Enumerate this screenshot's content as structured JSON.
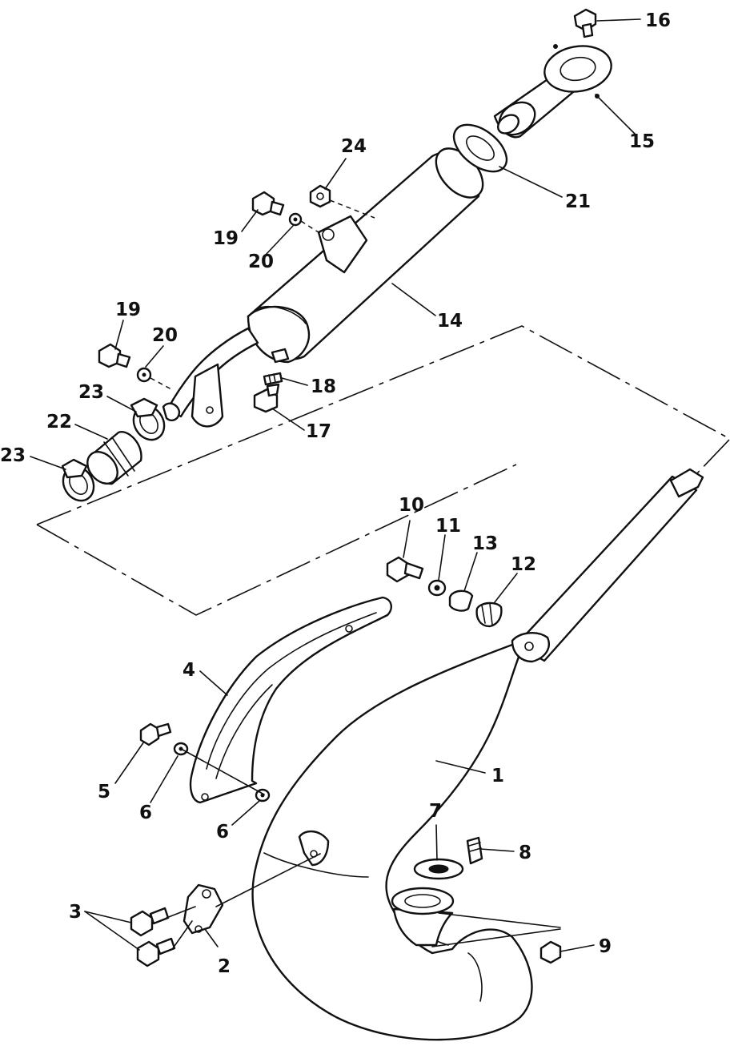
{
  "callouts": {
    "c1": "1",
    "c2": "2",
    "c3": "3",
    "c4": "4",
    "c5": "5",
    "c6a": "6",
    "c6b": "6",
    "c7": "7",
    "c8": "8",
    "c9": "9",
    "c10": "10",
    "c11": "11",
    "c12": "12",
    "c13": "13",
    "c14": "14",
    "c15": "15",
    "c16": "16",
    "c17": "17",
    "c18": "18",
    "c19a": "19",
    "c19b": "19",
    "c20a": "20",
    "c20b": "20",
    "c21": "21",
    "c22": "22",
    "c23a": "23",
    "c23b": "23",
    "c24": "24"
  }
}
